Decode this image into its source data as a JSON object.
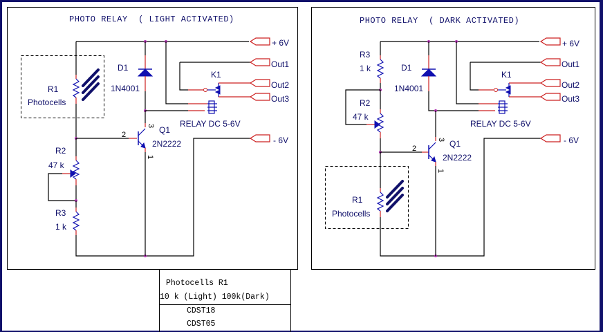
{
  "left_circuit": {
    "title": "PHOTO RELAY  ( LIGHT ACTIVATED)",
    "r1": {
      "ref": "R1",
      "name": "Photocells"
    },
    "r2": {
      "ref": "R2",
      "value": "47 k"
    },
    "r3": {
      "ref": "R3",
      "value": "1 k"
    },
    "d1": {
      "ref": "D1",
      "part": "1N4001"
    },
    "q1": {
      "ref": "Q1",
      "part": "2N2222",
      "pin_base": "2",
      "pin_collector": "3",
      "pin_emitter": "1"
    },
    "k1": {
      "ref": "K1",
      "part": "RELAY DC 5-6V"
    },
    "terminals": [
      "+ 6V",
      "Out1",
      "Out2",
      "Out3",
      "- 6V"
    ]
  },
  "right_circuit": {
    "title": "PHOTO RELAY  ( DARK ACTIVATED)",
    "r1": {
      "ref": "R1",
      "name": "Photocells"
    },
    "r2": {
      "ref": "R2",
      "value": "47 k"
    },
    "r3": {
      "ref": "R3",
      "value": "1 k"
    },
    "d1": {
      "ref": "D1",
      "part": "1N4001"
    },
    "q1": {
      "ref": "Q1",
      "part": "2N2222",
      "pin_base": "2",
      "pin_collector": "3",
      "pin_emitter": "1"
    },
    "k1": {
      "ref": "K1",
      "part": "RELAY DC 5-6V"
    },
    "terminals": [
      "+ 6V",
      "Out1",
      "Out2",
      "Out3",
      "- 6V"
    ]
  },
  "info_table": {
    "heading": "Photocells R1",
    "values": "10 k (Light) 100k(Dark)",
    "parts": [
      "CDST18",
      "CDST05"
    ]
  },
  "colors": {
    "frame": "#10106a",
    "wire": "#000000",
    "pin_lead": "#cc2020",
    "component": "#1010b0",
    "node": "#b030b0"
  }
}
